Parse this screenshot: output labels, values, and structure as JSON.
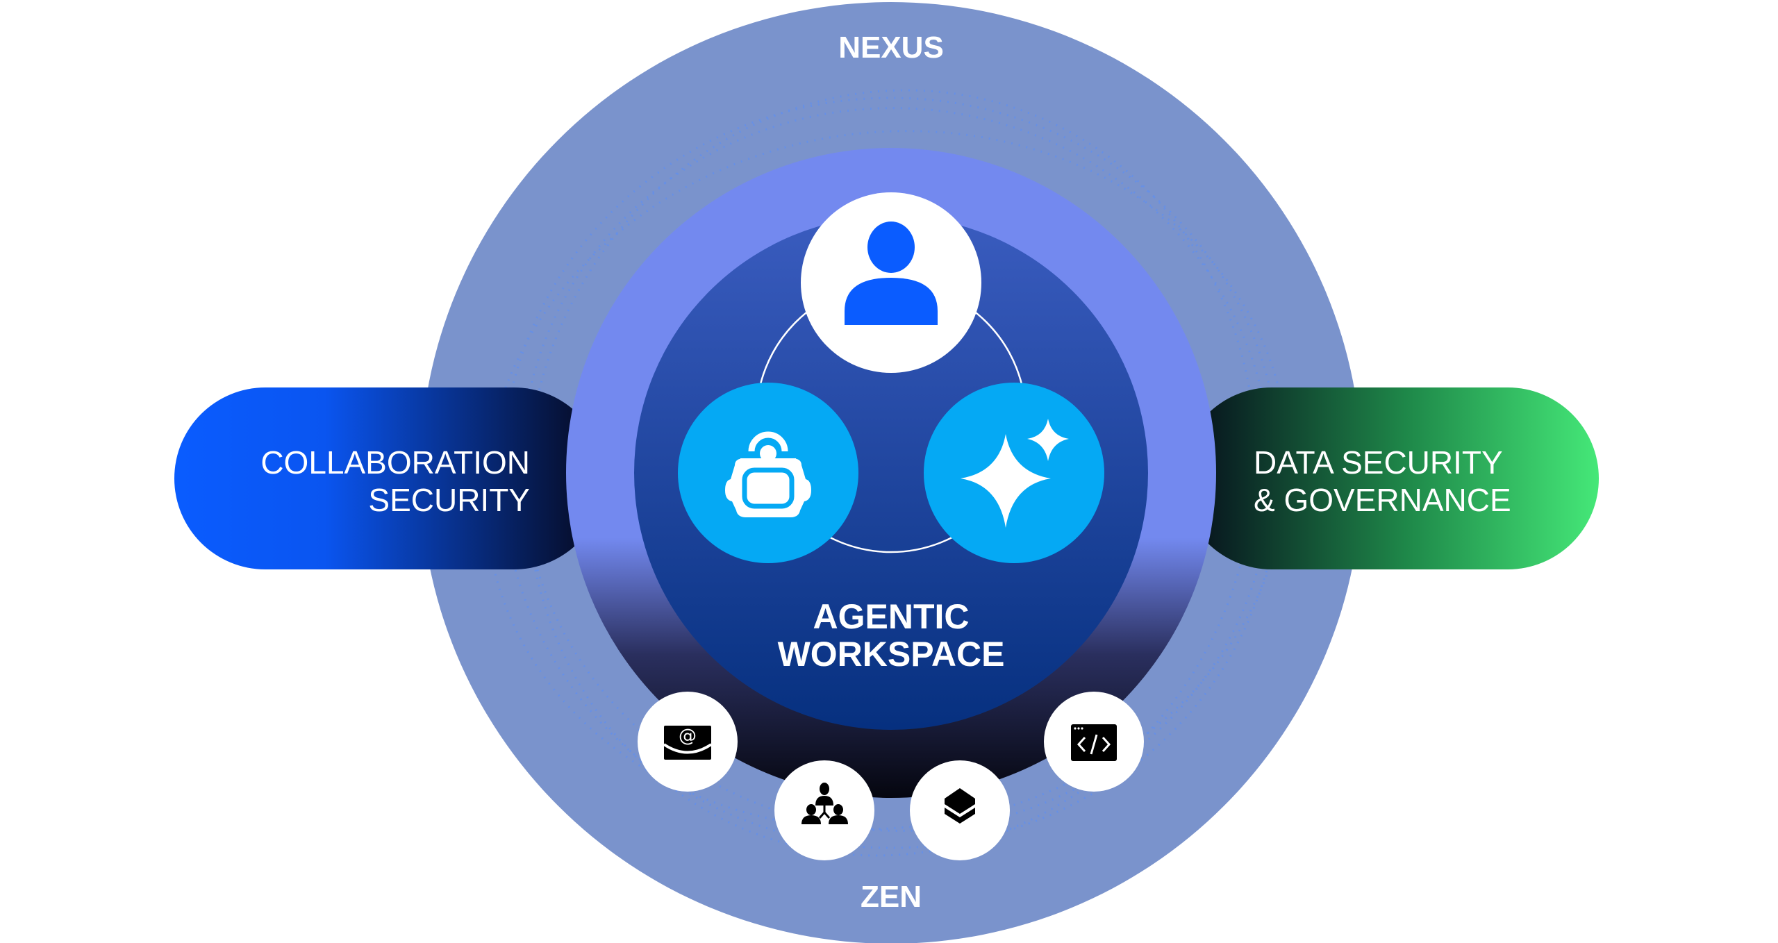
{
  "outer_ring": {
    "top_label": "NEXUS",
    "bottom_label": "ZEN"
  },
  "center": {
    "line1": "AGENTIC",
    "line2": "WORKSPACE"
  },
  "left_pill": {
    "line1": "COLLABORATION",
    "line2": "SECURITY"
  },
  "right_pill": {
    "line1": "DATA SECURITY",
    "line2": "& GOVERNANCE"
  },
  "core_icons": [
    "person-icon",
    "robot-icon",
    "sparkle-icon"
  ],
  "tool_icons": [
    "email-icon",
    "org-chart-icon",
    "layers-icon",
    "code-icon"
  ],
  "colors": {
    "outer": "#7a93cc",
    "ring": "#7389ef",
    "core": "#2447a6",
    "accent_blue": "#0a5cff",
    "accent_cyan": "#05a9f4",
    "accent_green": "#45e878"
  }
}
